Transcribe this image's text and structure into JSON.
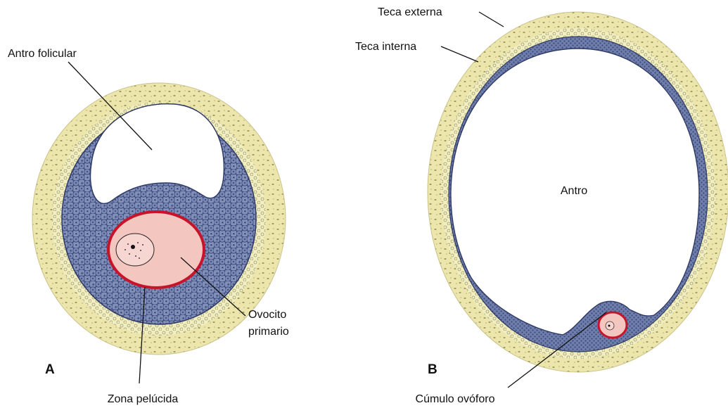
{
  "panels": {
    "A": {
      "letter": "A",
      "labels": {
        "antrum": "Antro folicular",
        "oocyte_line1": "Ovocito",
        "oocyte_line2": "primario",
        "zona": "Zona pelúcida"
      }
    },
    "B": {
      "letter": "B",
      "labels": {
        "theca_externa": "Teca externa",
        "theca_interna": "Teca interna",
        "antrum": "Antro",
        "cumulus": "Cúmulo ovóforo"
      }
    }
  },
  "colors": {
    "theca": "#ece6ad",
    "theca_dot": "#8e8a55",
    "theca_ring": "#9a9a73",
    "granulosa": "#6c7ba8",
    "granulosa_cell": "#8a98c0",
    "granulosa_edge": "#2f3a66",
    "antrum": "#ffffff",
    "oocyte": "#f4c6c0",
    "zona": "#c8142a",
    "line": "#111111"
  }
}
